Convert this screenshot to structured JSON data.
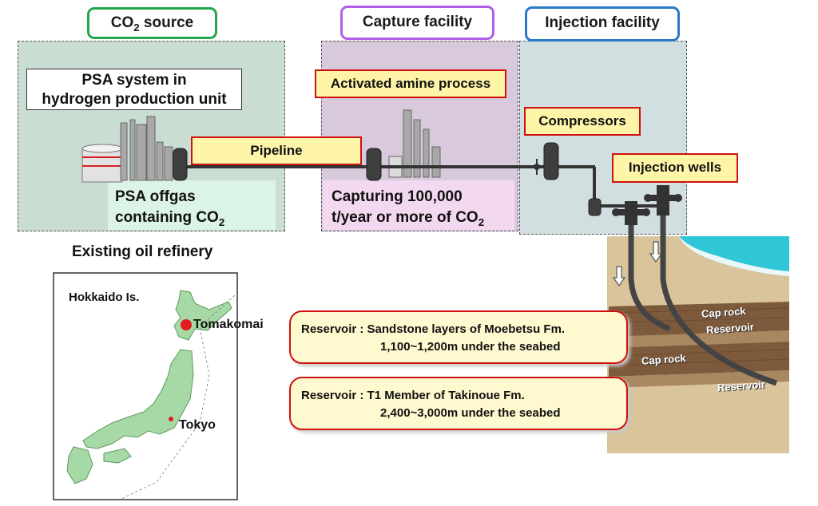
{
  "tabs": {
    "source": "CO2 source",
    "capture": "Capture facility",
    "injection": "Injection facility"
  },
  "labels": {
    "psa_line1": "PSA system in",
    "psa_line2": "hydrogen production unit",
    "amine": "Activated amine process",
    "compressors": "Compressors",
    "pipeline": "Pipeline",
    "injection_wells": "Injection wells",
    "offgas_line1": "PSA offgas",
    "offgas_line2": "containing CO2",
    "capturing_line1": "Capturing 100,000",
    "capturing_line2": "t/year or more of CO2",
    "refinery": "Existing oil refinery"
  },
  "map": {
    "island": "Hokkaido Is.",
    "city1": "Tomakomai",
    "city2": "Tokyo"
  },
  "reservoirs": [
    {
      "line1": "Reservoir : Sandstone layers of Moebetsu Fm.",
      "line2": "1,100~1,200m under the seabed"
    },
    {
      "line1": "Reservoir : T1 Member of Takinoue Fm.",
      "line2": "2,400~3,000m under the seabed"
    }
  ],
  "geology": {
    "cap_rock_1": "Cap rock",
    "reservoir_1": "Reservoir",
    "cap_rock_2": "Cap rock",
    "reservoir_2": "Reservoir"
  },
  "colors": {
    "source_tab": "#22a84a",
    "capture_tab": "#b05ee8",
    "injection_tab": "#2a78c8",
    "source_panel": "#c9ddd2",
    "capture_panel": "#d9c9dc",
    "injection_panel": "#d2dfe1",
    "japan_land": "#a6d9a6",
    "highlight_red": "#d01010"
  }
}
